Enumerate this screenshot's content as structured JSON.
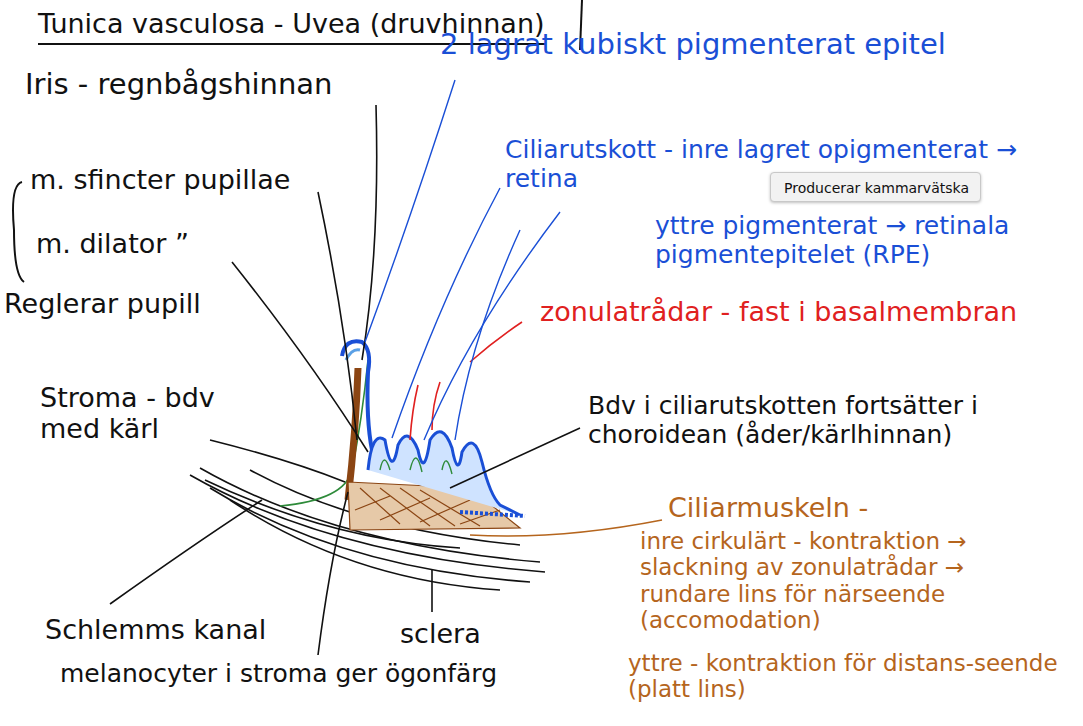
{
  "diagram": {
    "title": "Tunica vasculosa - Uvea (druvhinnan)",
    "nodes": [
      {
        "text": [
          "Producerar kammarvätska"
        ]
      }
    ],
    "labels": [
      "Iris - regnbågshinnan",
      "m. sfincter pupillae",
      "m. dilator ”",
      "Reglerar pupill",
      "Stroma - bdv med kärl",
      "Schlemms kanal",
      "melanocyter i stroma ger ögonfärg",
      "sclera",
      "2 lagrat kubiskt pigmenterat epitel",
      "Ciliarutskott - inre lagret opigmenterat → retina",
      "yttre pigmenterat → retinala pigmentepitelet (RPE)",
      "zonulatrådar - fast i basalmembran",
      "Bdv i ciliarutskotten fortsätter i choroidean (åder/kärlhinnan)",
      "Ciliarmuskeln -",
      "inre cirkulärt - kontraktion → slackning av zonulatrådar → rundare lins för närseende (accomodation)",
      "yttre - kontraktion för distans-seende (platt lins)"
    ]
  }
}
